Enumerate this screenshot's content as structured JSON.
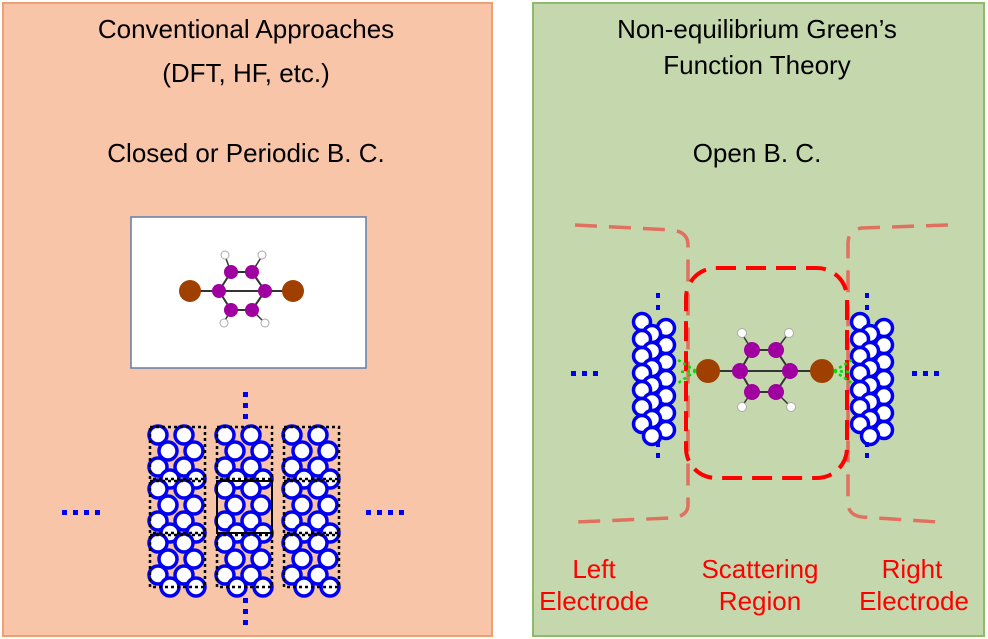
{
  "left_panel": {
    "title_line1": "Conventional Approaches",
    "title_line2": "(DFT, HF, etc.)",
    "boundary_label": "Closed or Periodic B. C.",
    "background_color": "#f8c5a9",
    "border_color": "#f0a070",
    "continuation_dots": "...."
  },
  "right_panel": {
    "title_line1": "Non-equilibrium Green’s",
    "title_line2": "Function Theory",
    "boundary_label": "Open B. C.",
    "background_color": "#c5d8ad",
    "border_color": "#8dbb6a",
    "continuation_dots": "...",
    "labels": {
      "left_electrode_line1": "Left",
      "left_electrode_line2": "Electrode",
      "scattering_line1": "Scattering",
      "scattering_line2": "Region",
      "right_electrode_line1": "Right",
      "right_electrode_line2": "Electrode"
    }
  },
  "colors": {
    "atom_outline": "#0000ee",
    "carbon": "#a000a0",
    "sulfur": "#a04000",
    "hydrogen": "#ffffff",
    "region_dash": "#ff0000",
    "electrode_dash": "#e07060",
    "bond_contact": "#00dd00",
    "text_label": "#ff0000"
  }
}
